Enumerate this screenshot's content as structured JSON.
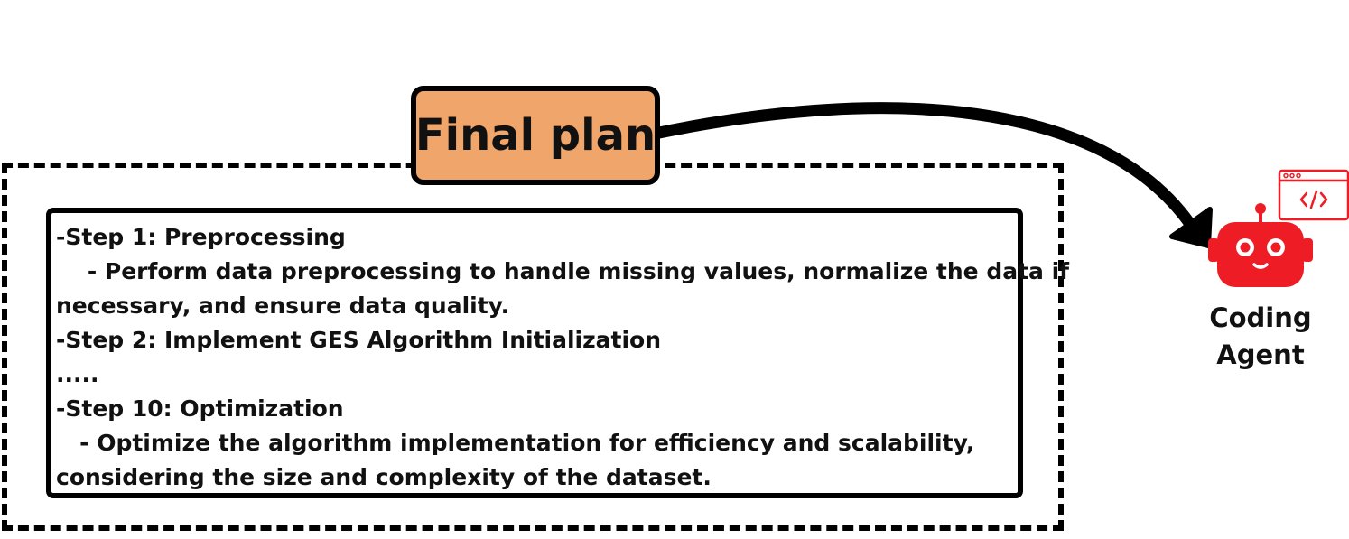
{
  "title": "Final plan",
  "plan_lines": [
    "-Step 1: Preprocessing",
    "    - Perform data preprocessing to handle missing values, normalize the data if",
    "necessary, and ensure data quality.",
    "-Step 2: Implement GES Algorithm Initialization",
    ".....",
    "-Step 10: Optimization",
    "   - Optimize the algorithm implementation for efficiency and scalability,",
    "considering the size and complexity of the dataset."
  ],
  "agent": {
    "label_line1": "Coding",
    "label_line2": "Agent",
    "icon": "robot-icon",
    "code_window_icon": "code-window-icon",
    "color": "#ee1c24"
  },
  "colors": {
    "title_fill": "#f0a56a",
    "outline": "#000000"
  }
}
